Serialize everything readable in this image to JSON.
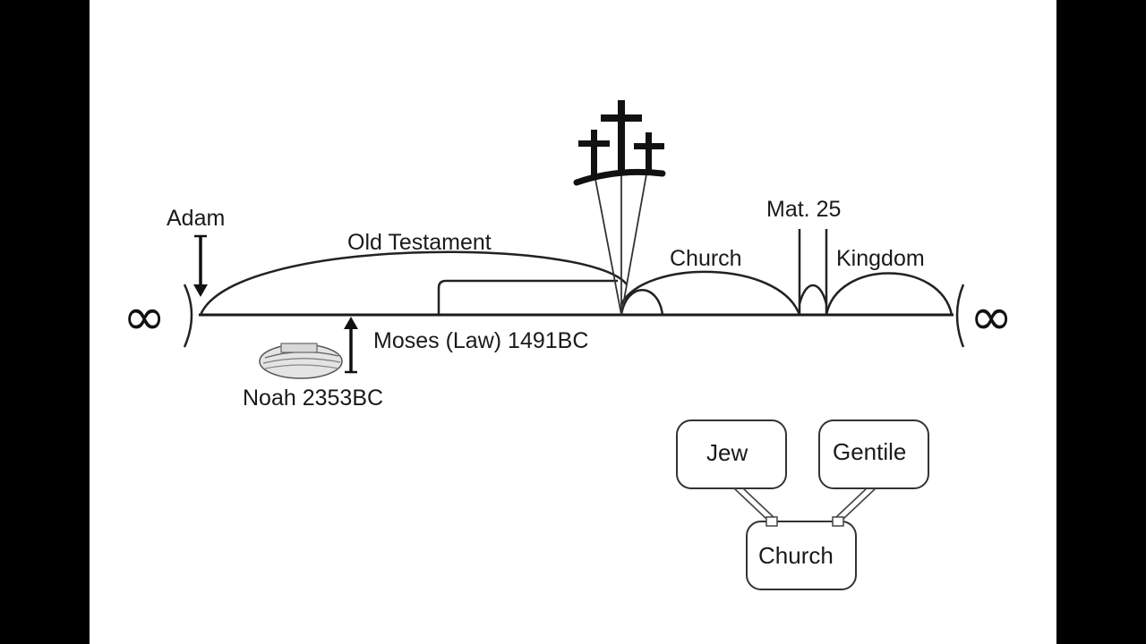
{
  "timeline": {
    "infinity_left": "∞",
    "infinity_right": "∞",
    "adam": "Adam",
    "old_testament": "Old Testament",
    "moses": "Moses (Law) 1491BC",
    "noah": "Noah 2353BC",
    "church": "Church",
    "mat25": "Mat. 25",
    "kingdom": "Kingdom"
  },
  "groups": {
    "jew": "Jew",
    "gentile": "Gentile",
    "church": "Church"
  },
  "icons": [
    "three-crosses-icon",
    "ark-icon"
  ]
}
